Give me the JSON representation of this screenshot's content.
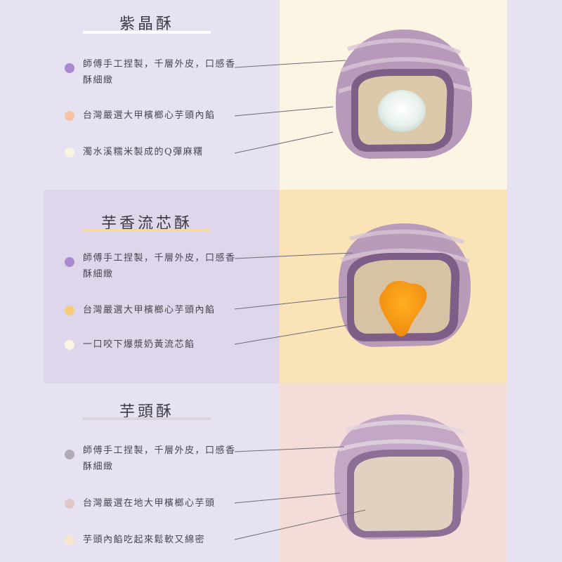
{
  "colors": {
    "page_bg": "#e7e2f2",
    "panel_left_2": "#e0d6ec",
    "panel_right_1": "#fdf5e3",
    "panel_right_2": "#fbe3b8",
    "panel_right_3": "#f4dcd8"
  },
  "sections": [
    {
      "title": "紫晶酥",
      "bar_color": "#ffffff",
      "items": [
        {
          "text": "師傅手工捏製，千層外皮，口感香酥細緻",
          "dot_color": "#a98ad0"
        },
        {
          "text": "台灣嚴選大甲檳榔心芋頭內餡",
          "dot_color": "#f6c4a2"
        },
        {
          "text": "濁水溪糯米製成的Q彈麻糬",
          "dot_color": "#fcf4e2"
        }
      ]
    },
    {
      "title": "芋香流芯酥",
      "bar_color": "#f3d9a6",
      "items": [
        {
          "text": "師傅手工捏製，千層外皮，口感香酥細緻",
          "dot_color": "#a98ad0"
        },
        {
          "text": "台灣嚴選大甲檳榔心芋頭內餡",
          "dot_color": "#f6cc78"
        },
        {
          "text": "一口咬下爆漿奶黃流芯餡",
          "dot_color": "#fcf4e2"
        }
      ]
    },
    {
      "title": "芋頭酥",
      "bar_color": "#dcd2dc",
      "items": [
        {
          "text": "師傅手工捏製，千層外皮，口感香酥細緻",
          "dot_color": "#b3aab6"
        },
        {
          "text": "台灣嚴選在地大甲檳榔心芋頭",
          "dot_color": "#e2c8c4"
        },
        {
          "text": "芋頭內餡吃起來鬆軟又綿密",
          "dot_color": "#f6e6cc"
        }
      ]
    }
  ]
}
